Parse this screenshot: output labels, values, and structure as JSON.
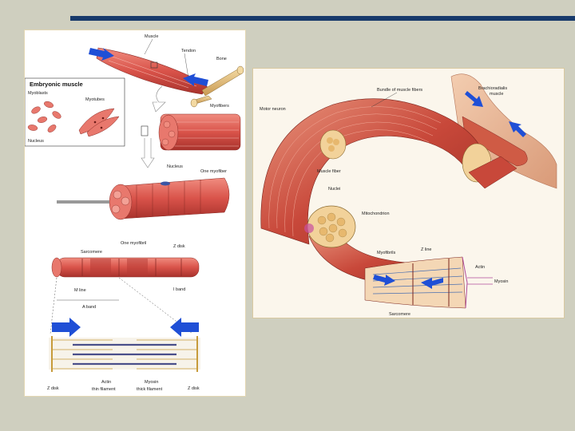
{
  "left_diagram": {
    "muscle": "Muscle",
    "tendon": "Tendon",
    "bone": "Bone",
    "embryonic_muscle": "Embryonic muscle",
    "myoblasts": "Myoblasts",
    "myotubes": "Myotubes",
    "nucleus_1": "Nucleus",
    "myofibers": "Myofibers",
    "nucleus_2": "Nucleus",
    "one_myofiber": "One myofiber",
    "one_myofibril": "One myofibril",
    "z_disk_top": "Z disk",
    "sarcomere": "Sarcomere",
    "m_line": "M line",
    "i_band": "I band",
    "a_band": "A band",
    "z_disk_left": "Z disk",
    "actin": "Actin",
    "actin_sub": "thin filament",
    "myosin": "Myosin",
    "myosin_sub": "thick filament",
    "z_disk_right": "Z disk"
  },
  "right_diagram": {
    "bundle": "Bundle of muscle fibers",
    "brachioradialis_1": "Brachioradialis",
    "brachioradialis_2": "muscle",
    "motor_neuron": "Motor neuron",
    "muscle_fiber": "Muscle fiber",
    "nuclei": "Nuclei",
    "mitochondrion": "Mitochondrion",
    "myofibrils": "Myofibrils",
    "z_line": "Z line",
    "actin": "Actin",
    "myosin": "Myosin",
    "sarcomere": "Sarcomere"
  },
  "colors": {
    "background": "#cfcfbf",
    "title_bar": "#183a6b",
    "muscle": "#d9534a",
    "arrow": "#1f4fd6"
  }
}
